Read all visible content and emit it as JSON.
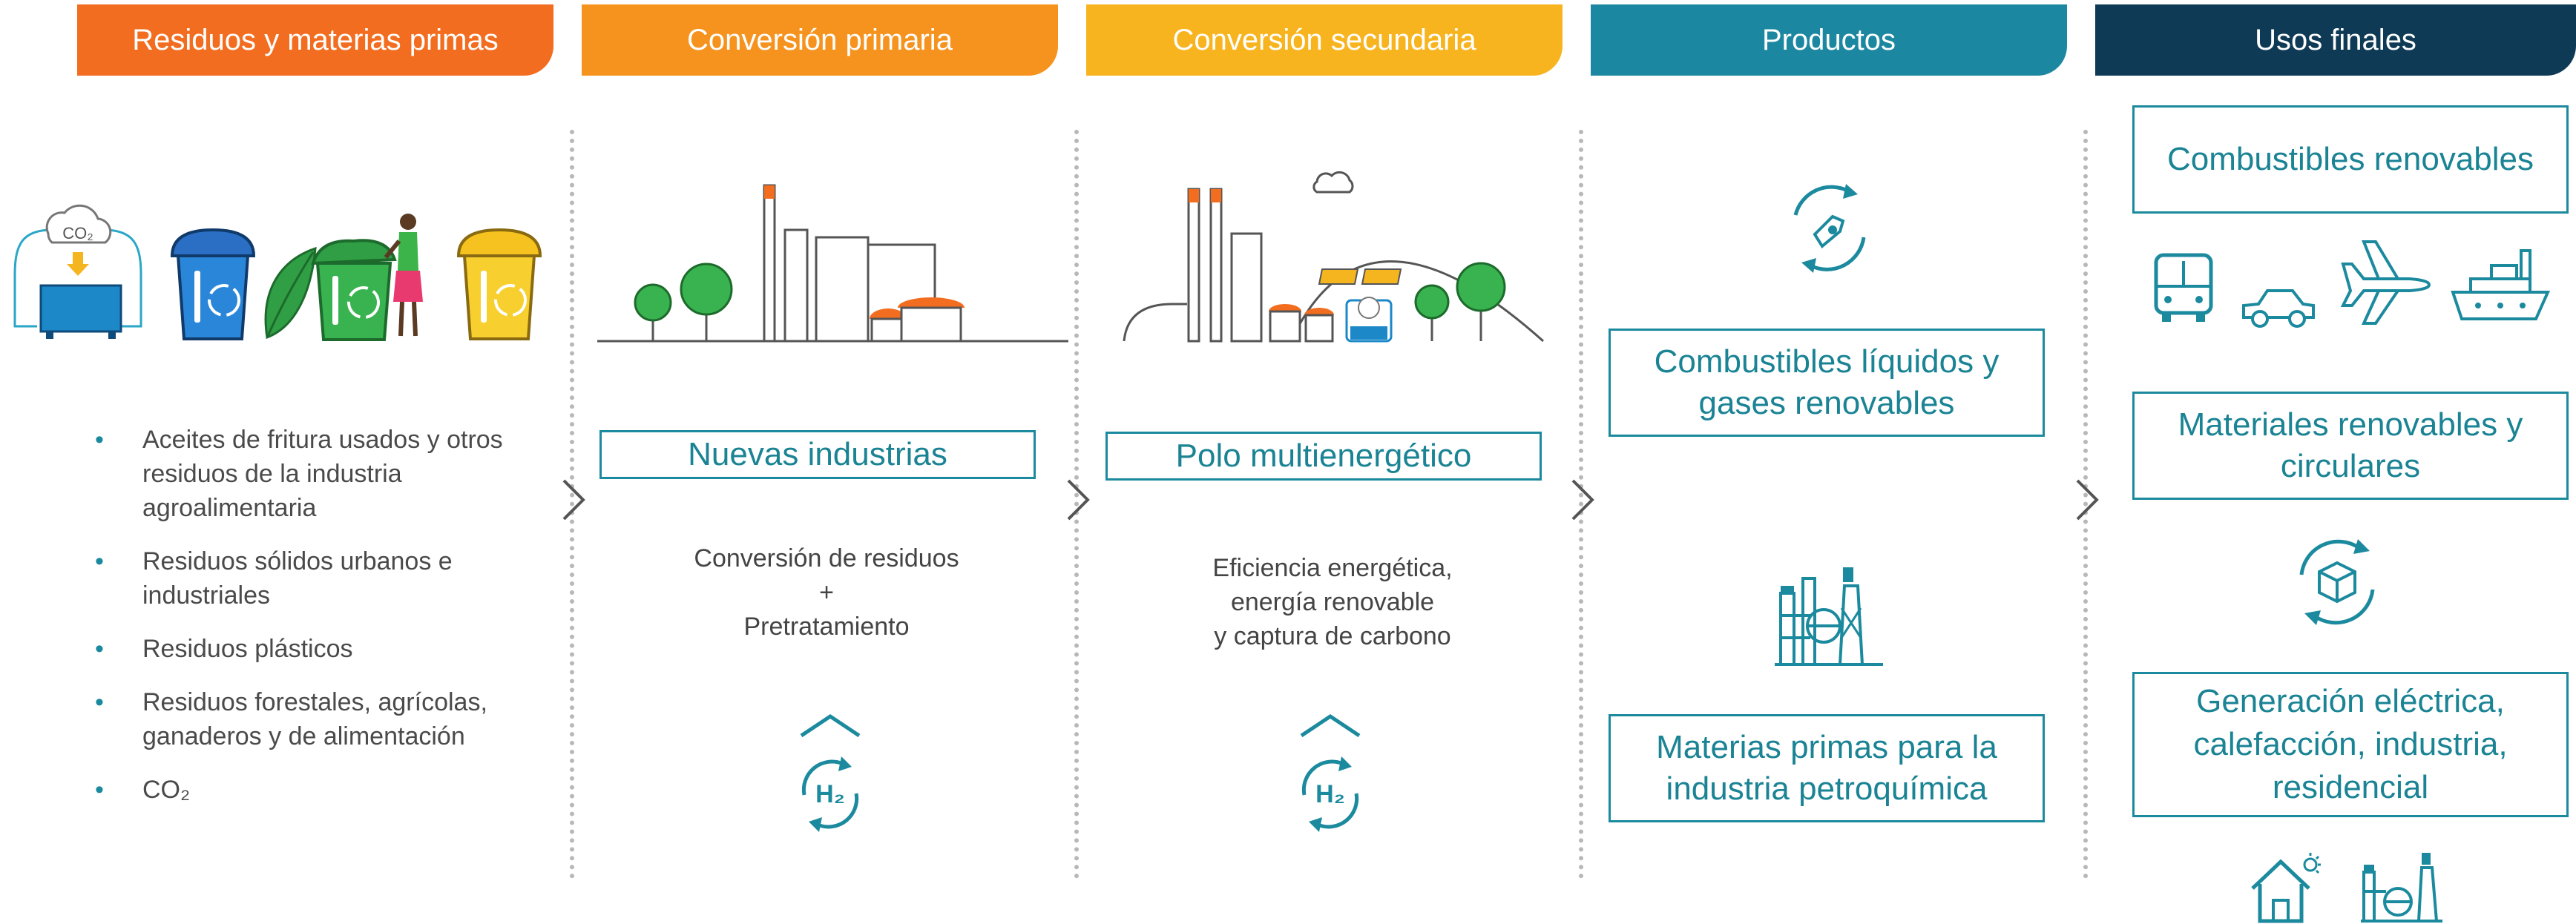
{
  "headers": [
    {
      "label": "Residuos y materias primas",
      "color": "#f26d1f"
    },
    {
      "label": "Conversión primaria",
      "color": "#f5931e"
    },
    {
      "label": "Conversión secundaria",
      "color": "#f7b41f"
    },
    {
      "label": "Productos",
      "color": "#1c87a0"
    },
    {
      "label": "Usos finales",
      "color": "#0e3a55"
    }
  ],
  "residuos": {
    "co2_icon_label": "CO₂",
    "items": [
      "Aceites de fritura usados y otros residuos de la industria agroalimentaria",
      "Residuos sólidos urbanos e industriales",
      "Residuos plásticos",
      "Residuos forestales, agrícolas, ganaderos y de alimentación",
      "CO₂"
    ]
  },
  "conversion_primaria": {
    "box": "Nuevas industrias",
    "line1": "Conversión de residuos",
    "line2": "+",
    "line3": "Pretratamiento",
    "h2_label": "H₂"
  },
  "conversion_secundaria": {
    "box": "Polo multienergético",
    "line1": "Eficiencia energética,",
    "line2": "energía renovable",
    "line3": "y captura de carbono",
    "h2_label": "H₂"
  },
  "productos": {
    "box1": "Combustibles líquidos y gases renovables",
    "box2": "Materias primas para la industria petroquímica"
  },
  "usos_finales": {
    "box1": "Combustibles renovables",
    "box2": "Materiales renovables y circulares",
    "box3": "Generación eléctrica, calefacción, industria, residencial"
  },
  "colors": {
    "teal": "#1c8a9e",
    "text_gray": "#4a4a4a",
    "separator": "#b8b8b8"
  }
}
